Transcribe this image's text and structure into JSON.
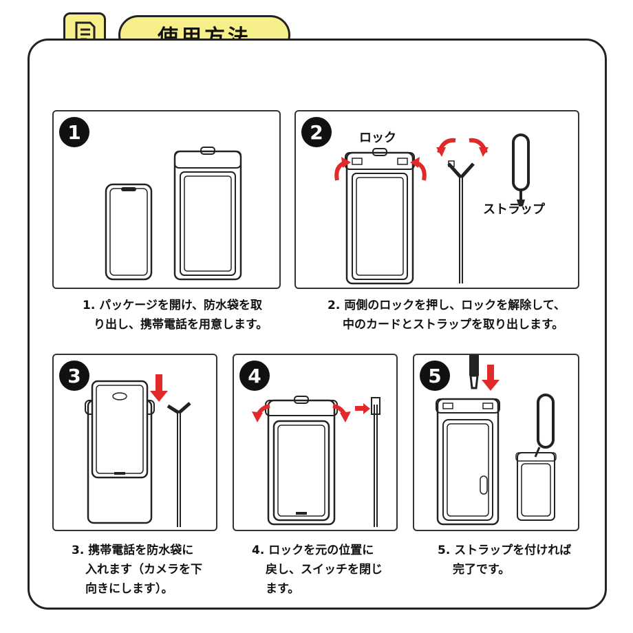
{
  "header": {
    "title": "使用方法",
    "icon": "document-icon"
  },
  "steps": [
    {
      "number": "1",
      "caption_line1": "1. パッケージを開け、防水袋を取",
      "caption_line2": "り出し、携帯電話を用意します。"
    },
    {
      "number": "2",
      "caption_line1": "2. 両側のロックを押し、ロックを解除して、",
      "caption_line2": "中のカードとストラップを取り出します。",
      "label_lock": "ロック",
      "label_strap": "ストラップ"
    },
    {
      "number": "3",
      "caption_line1": "3. 携帯電話を防水袋に",
      "caption_line2": "入れます（カメラを下",
      "caption_line3": "向きにします）。"
    },
    {
      "number": "4",
      "caption_line1": "4. ロックを元の位置に",
      "caption_line2": "戻し、スイッチを閉じ",
      "caption_line3": "ます。"
    },
    {
      "number": "5",
      "caption_line1": "5. ストラップを付ければ",
      "caption_line2": "完了です。"
    }
  ],
  "colors": {
    "accent": "#f7ef8a",
    "arrow": "#e02a2a",
    "outline": "#222222"
  }
}
